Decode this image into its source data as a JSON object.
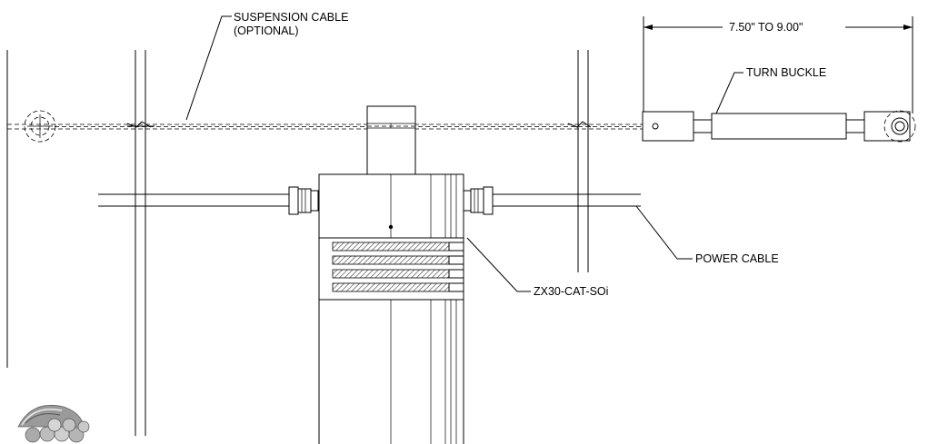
{
  "labels": {
    "suspension_cable_line1": "SUSPENSION CABLE",
    "suspension_cable_line2": "(OPTIONAL)",
    "dimension": "7.50\" TO 9.00\"",
    "turn_buckle": "TURN BUCKLE",
    "power_cable": "POWER CABLE",
    "model": "ZX30-CAT-SOi"
  },
  "colors": {
    "line": "#000000",
    "background": "#ffffff",
    "hatch": "#555555",
    "cable_photo": "#8a8a8a"
  }
}
